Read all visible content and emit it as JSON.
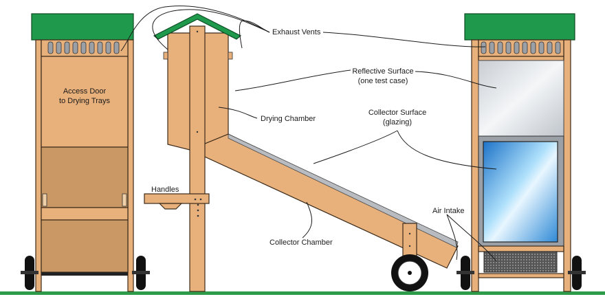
{
  "labels": {
    "exhaust_vents": "Exhaust Vents",
    "reflective_surface_1": "Reflective Surface",
    "reflective_surface_2": "(one test case)",
    "collector_surface_1": "Collector Surface",
    "collector_surface_2": "(glazing)",
    "drying_chamber": "Drying Chamber",
    "access_door_1": "Access Door",
    "access_door_2": "to Drying Trays",
    "handles": "Handles",
    "air_intake": "Air Intake",
    "collector_chamber": "Collector Chamber"
  },
  "colors": {
    "wood": "#e8b07a",
    "wood_dark": "#c99864",
    "roof": "#1f9a4c",
    "ground": "#2e9b4a",
    "glazing": "#5ab4ea",
    "reflective": "#d8dde2"
  }
}
